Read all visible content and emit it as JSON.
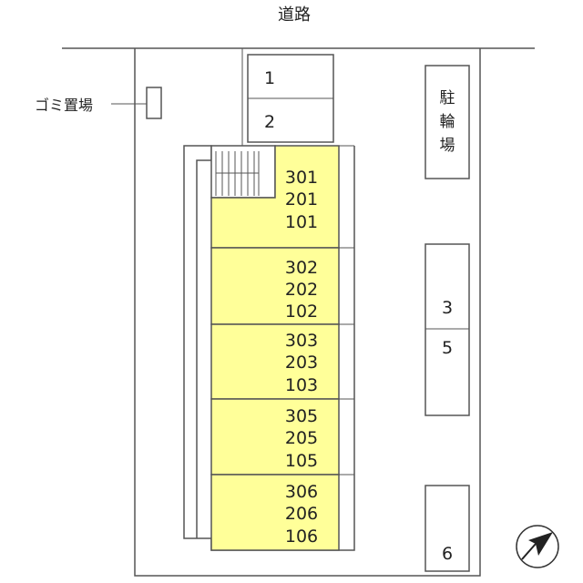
{
  "road_label": "道路",
  "garbage_label": "ゴミ置場",
  "bicycle_parking_label": [
    "駐",
    "輪",
    "場"
  ],
  "parking_spaces": [
    "1",
    "2",
    "3",
    "5",
    "6"
  ],
  "units": [
    [
      "301",
      "201",
      "101"
    ],
    [
      "302",
      "202",
      "102"
    ],
    [
      "303",
      "203",
      "103"
    ],
    [
      "305",
      "205",
      "105"
    ],
    [
      "306",
      "206",
      "106"
    ]
  ],
  "colors": {
    "unit_fill": "#FFFF99",
    "line": "#555555",
    "text": "#222222"
  },
  "icons": {
    "compass": "north-arrow-icon",
    "stairs": "stairs-icon"
  }
}
